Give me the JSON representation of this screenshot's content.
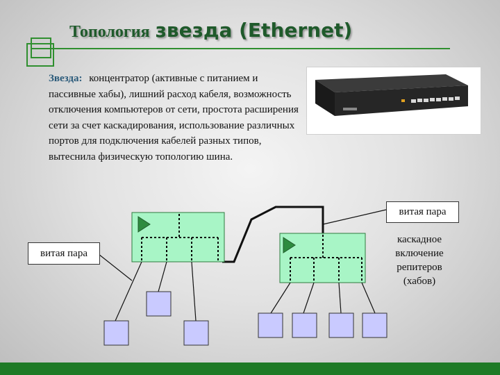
{
  "title": {
    "part1": "Топология",
    "part2": "звезда (Ethernet)"
  },
  "description": {
    "term": "Звезда:",
    "text": "концентратор (активные с питанием и пассивные хабы), лишний расход кабеля, возможность отключения компьютеров от сети, простота расширения сети за счет каскадирования, использование различных портов для подключения кабелей разных типов, вытеснила физическую топологию шина."
  },
  "labels": {
    "twisted_pair_left": "витая пара",
    "twisted_pair_right": "витая пара",
    "cascade_note": "каскадное включение репитеров (хабов)"
  },
  "colors": {
    "title": "#1f5a2b",
    "accent_line": "#2f8f2f",
    "hub_fill": "#a8f5c6",
    "node_fill": "#c9caff",
    "bottom_bar": "#1e7a26"
  }
}
